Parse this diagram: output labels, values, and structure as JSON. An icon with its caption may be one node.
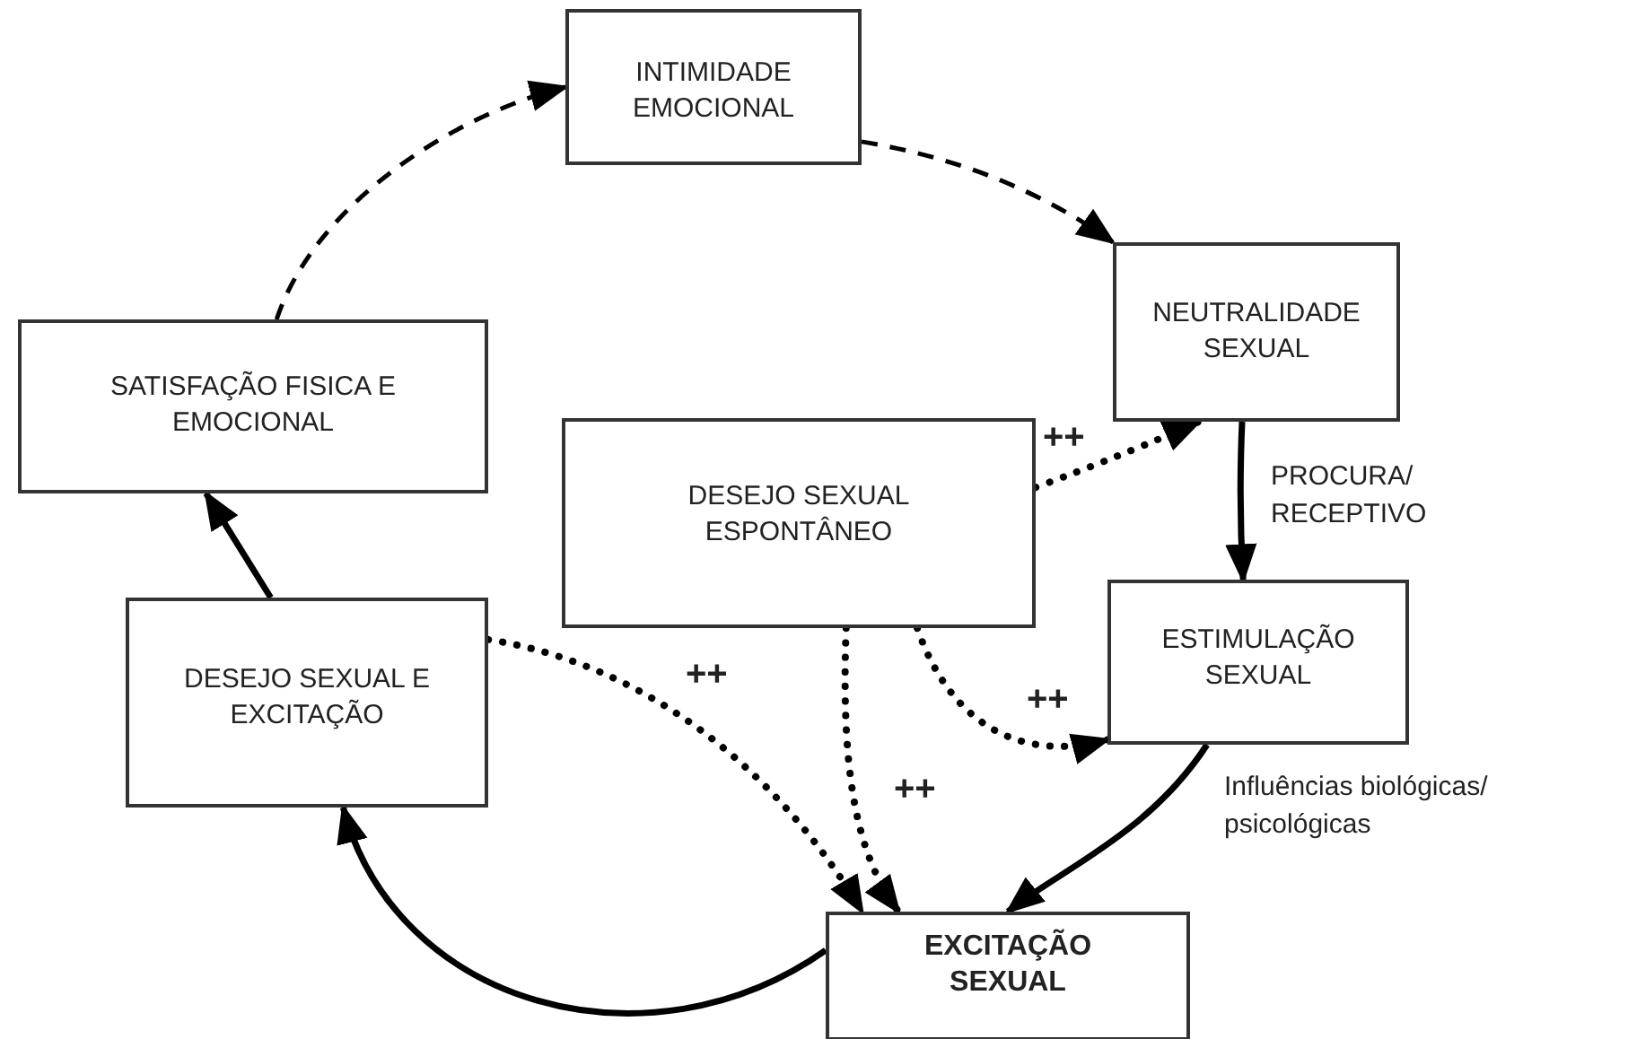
{
  "diagram": {
    "nodes": [
      {
        "text": [
          "INTIMIDADE EMOCIONAL"
        ]
      },
      {
        "text": [
          "NEUTRALIDADE SEXUAL"
        ]
      },
      {
        "text": [
          "SATISFAÇÃO FISICA E EMOCIONAL"
        ]
      },
      {
        "text": [
          "DESEJO SEXUAL ESPONTÂNEO"
        ]
      },
      {
        "text": [
          "ESTIMULAÇÃO SEXUAL"
        ]
      },
      {
        "text": [
          "DESEJO SEXUAL E EXCITAÇÃO"
        ]
      },
      {
        "text": [
          "EXCITAÇÃO SEXUAL"
        ]
      }
    ],
    "edges": [
      {
        "from": 0,
        "to": 1,
        "arrow": "to",
        "style": "dashed"
      },
      {
        "from": 1,
        "to": 4,
        "arrow": "to",
        "label": "PROCURA/ RECEPTIVO"
      },
      {
        "from": 4,
        "to": 6,
        "arrow": "to",
        "label": "Influências biológicas/ psicológicas"
      },
      {
        "from": 6,
        "to": 5,
        "arrow": "to"
      },
      {
        "from": 5,
        "to": 2,
        "arrow": "to"
      },
      {
        "from": 2,
        "to": 0,
        "arrow": "to",
        "style": "dashed"
      },
      {
        "from": 3,
        "to": 1,
        "arrow": "to",
        "style": "dashed",
        "label": "++"
      },
      {
        "from": 3,
        "to": 4,
        "arrow": "to",
        "style": "dashed",
        "label": "++"
      },
      {
        "from": 3,
        "to": 6,
        "arrow": "to",
        "style": "dashed",
        "label": "++"
      },
      {
        "from": 5,
        "to": 6,
        "arrow": "to",
        "style": "dashed",
        "label": "++"
      }
    ]
  }
}
